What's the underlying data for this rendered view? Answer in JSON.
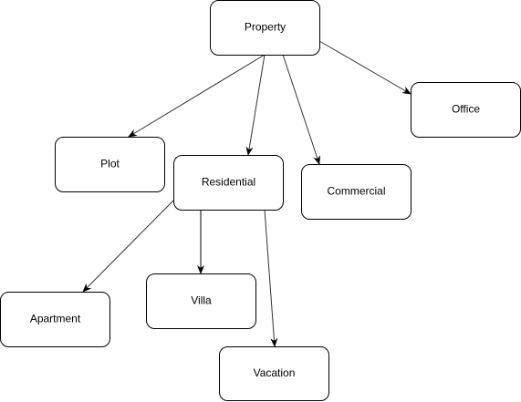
{
  "diagram": {
    "nodes": [
      {
        "id": "property",
        "label": "Property"
      },
      {
        "id": "plot",
        "label": "Plot"
      },
      {
        "id": "residential",
        "label": "Residential"
      },
      {
        "id": "commercial",
        "label": "Commercial"
      },
      {
        "id": "office",
        "label": "Office"
      },
      {
        "id": "apartment",
        "label": "Apartment"
      },
      {
        "id": "villa",
        "label": "Villa"
      },
      {
        "id": "vacation",
        "label": "Vacation"
      }
    ],
    "edges": [
      {
        "from": "property",
        "to": "plot"
      },
      {
        "from": "property",
        "to": "residential"
      },
      {
        "from": "property",
        "to": "commercial"
      },
      {
        "from": "property",
        "to": "office"
      },
      {
        "from": "residential",
        "to": "apartment"
      },
      {
        "from": "residential",
        "to": "villa"
      },
      {
        "from": "residential",
        "to": "vacation"
      }
    ],
    "colors": {
      "node_fill": "#ffffff",
      "node_stroke": "#000000",
      "edge_stroke": "#333333",
      "text": "#000000"
    }
  }
}
